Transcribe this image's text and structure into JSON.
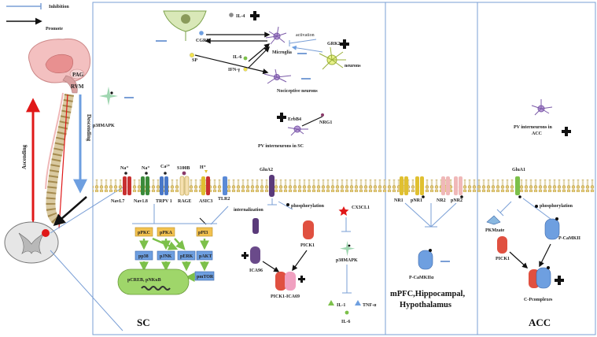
{
  "legend": {
    "inhibition": "Inhibition",
    "promote": "Promote"
  },
  "brain": {
    "pag": "PAG",
    "rvm": "RVM",
    "ascending": "Ascending",
    "descending": "Descending"
  },
  "top": {
    "il4": "IL-4",
    "cgrp": "CGRP",
    "sp": "SP",
    "il6": "IL-6",
    "ifn": "IFN-γ",
    "microglia": "Microglia",
    "activation": "activation",
    "grk2": "GRK2",
    "neurons": "neurons",
    "nociceptive": "Nociceptive neurons",
    "p38mapk": "p38MAPK",
    "erbb4": "ErbB4",
    "nrg1": "NRG1",
    "pv_sc": "PV interneurons in  SC"
  },
  "membrane": {
    "na1": "Na⁺",
    "na2": "Na⁺",
    "ca": "Ca²⁺",
    "s100b": "S100B",
    "h": "H⁺",
    "nav17": "NavL7",
    "nav18": "Nav1.8",
    "trpv1": "TRPV 1",
    "rage": "RAGE",
    "asic3": "ASIC3",
    "tlr2": "TLR2",
    "glua2": "GluA2",
    "nr1": "NR1",
    "pnr1": "pNR1",
    "nr2": "NR2",
    "pnr2": "pNR2",
    "glua1": "GluA1"
  },
  "sc": {
    "ppkc": "pPKC",
    "ppka": "pPKA",
    "ppi3": "pPI3",
    "pp38": "pp38",
    "pjnk": "pJNK",
    "perk": "pERK",
    "pakt": "pAKT",
    "pmtor": "pmTOR",
    "nucleus": "pCREB,  pNKκB",
    "internalization": "internalization",
    "phosphorylation": "phosphorylation",
    "pick1": "PICK1",
    "ica69": "ICA96",
    "complex": "PICK1-ICA69",
    "cx3cl1": "CX3CL1",
    "p38mapk": "p38MAPK",
    "il1": "IL-1",
    "tnf": "TNF-α",
    "il6": "IL-6",
    "label": "SC"
  },
  "mpfc": {
    "pcamk": "P-CaMKIIα",
    "label": "mPFC,Hippocampal,\nHypothalamus",
    "label1": "mPFC,Hippocampal,",
    "label2": "Hypothalamus"
  },
  "acc": {
    "pv": "PV interneurons in",
    "pv2": "ACC",
    "phos": "phosphorylation",
    "pkmzeta": "PKMzate",
    "pcamk": "P-CaMKII",
    "pick1": "PICK1",
    "complex": "C-Pcomplexes",
    "label": "ACC"
  },
  "colors": {
    "inhibit": "#7a9fd6",
    "promote": "#111111",
    "ascend": "#e01818",
    "membrane": "#e8d68a",
    "nucleus": "#9fd66a",
    "box_orange": "#f2c14f",
    "box_blue": "#6e9fe0",
    "green_arrow": "#7cc04a"
  }
}
